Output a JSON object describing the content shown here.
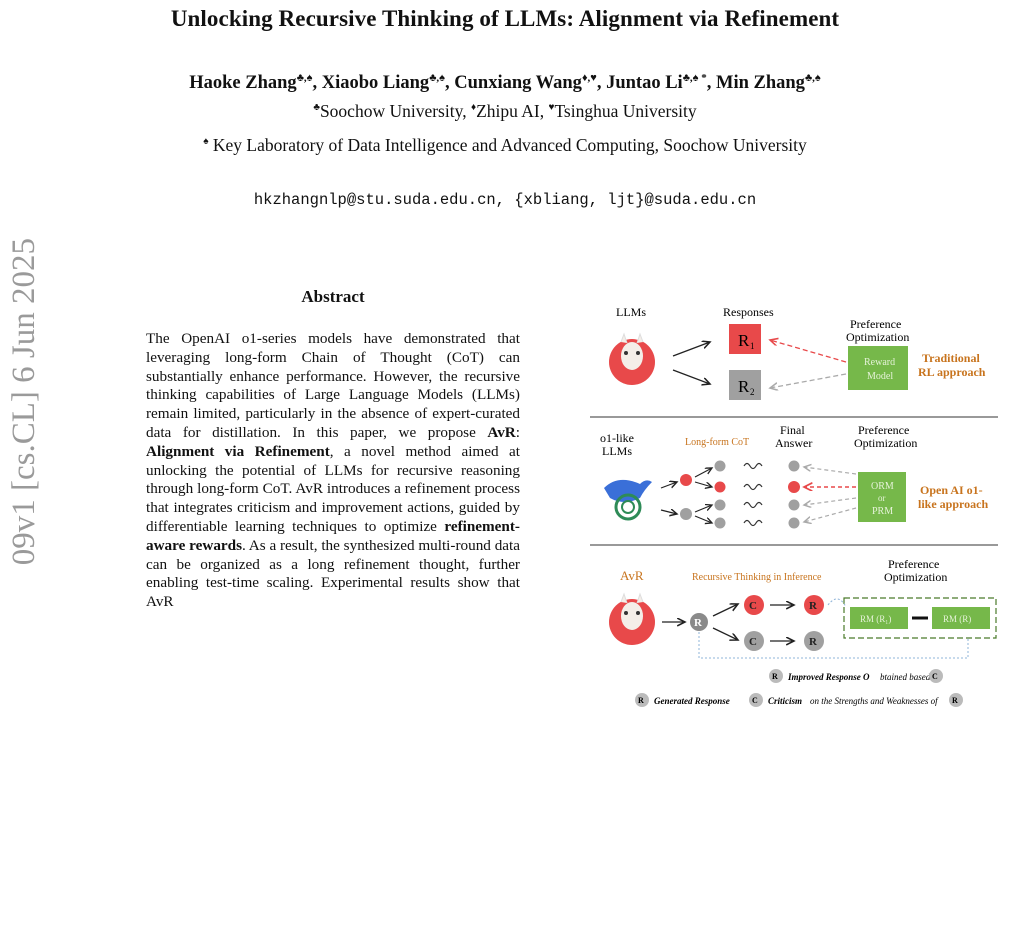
{
  "paper": {
    "title": "Unlocking Recursive Thinking of LLMs: Alignment via Refinement",
    "authors": [
      {
        "name": "Haoke Zhang",
        "marks": "♣,♠"
      },
      {
        "name": "Xiaobo Liang",
        "marks": "♣,♠"
      },
      {
        "name": "Cunxiang Wang",
        "marks": "♦,♥"
      },
      {
        "name": "Juntao Li",
        "marks": "♣,♠ *"
      },
      {
        "name": "Min Zhang",
        "marks": "♣,♠"
      }
    ],
    "affiliation_line1": [
      {
        "mark": "♣",
        "text": "Soochow University, "
      },
      {
        "mark": "♦",
        "text": "Zhipu AI, "
      },
      {
        "mark": "♥",
        "text": "Tsinghua University"
      }
    ],
    "affiliation_line2": {
      "mark": "♠",
      "text": " Key Laboratory of Data Intelligence and Advanced Computing, Soochow University"
    },
    "emails": "hkzhangnlp@stu.suda.edu.cn, {xbliang, ljt}@suda.edu.cn",
    "arxiv_stamp": "09v1  [cs.CL]  6 Jun 2025"
  },
  "abstract": {
    "heading": "Abstract",
    "parts": [
      {
        "t": "The OpenAI o1-series models have demonstrated that leveraging long-form Chain of Thought (CoT) can substantially enhance performance. However, the recursive thinking capabilities of Large Language Models (LLMs) remain limited, particularly in the absence of expert-curated data for distillation. In this paper, we propose ",
        "b": false
      },
      {
        "t": "AvR",
        "b": true
      },
      {
        "t": ": ",
        "b": false
      },
      {
        "t": "Alignment via Refinement",
        "b": true
      },
      {
        "t": ", a novel method aimed at unlocking the potential of LLMs for recursive reasoning through long-form CoT. AvR introduces a refinement process that integrates criticism and improvement actions, guided by differentiable learning techniques to optimize ",
        "b": false
      },
      {
        "t": "refinement-aware rewards",
        "b": true
      },
      {
        "t": ". As a result, the synthesized multi-round data can be organized as a long refinement thought, further enabling test-time scaling. Experimental results show that AvR",
        "b": false
      }
    ]
  },
  "figure": {
    "panel1": {
      "llms": "LLMs",
      "responses": "Responses",
      "pref_line1": "Preference",
      "pref_line2": "Optimization",
      "r1": "R",
      "r2": "R",
      "sub1": "1",
      "sub2": "2",
      "reward_line1": "Reward",
      "reward_line2": "Model",
      "approach_line1": "Traditional",
      "approach_line2": "RL approach"
    },
    "panel2": {
      "o1_line1": "o1-like",
      "o1_line2": "LLMs",
      "longcot": "Long-form CoT",
      "final_line1": "Final",
      "final_line2": "Answer",
      "pref_line1": "Preference",
      "pref_line2": "Optimization",
      "orm": "ORM",
      "or": "or",
      "prm": "PRM",
      "approach_line1": "Open AI o1-",
      "approach_line2": "like approach"
    },
    "panel3": {
      "avr": "AvR",
      "recursive": "Recursive Thinking in Inference",
      "pref_line1": "Preference",
      "pref_line2": "Optimization",
      "r": "R",
      "c": "C",
      "rm1": "RM (R₁)",
      "rm2": "RM (R)",
      "legend_improved_a": "Improved Response O",
      "legend_improved_b": "btained based on",
      "legend_generated": "Generated Response",
      "legend_criticism_a": "Criticism",
      "legend_criticism_b": " on the Strengths and Weaknesses of"
    },
    "colors": {
      "red": "#e8494a",
      "green": "#76b84a",
      "gray": "#a0a0a0",
      "orange": "#c8741e",
      "dark": "#555555"
    }
  }
}
